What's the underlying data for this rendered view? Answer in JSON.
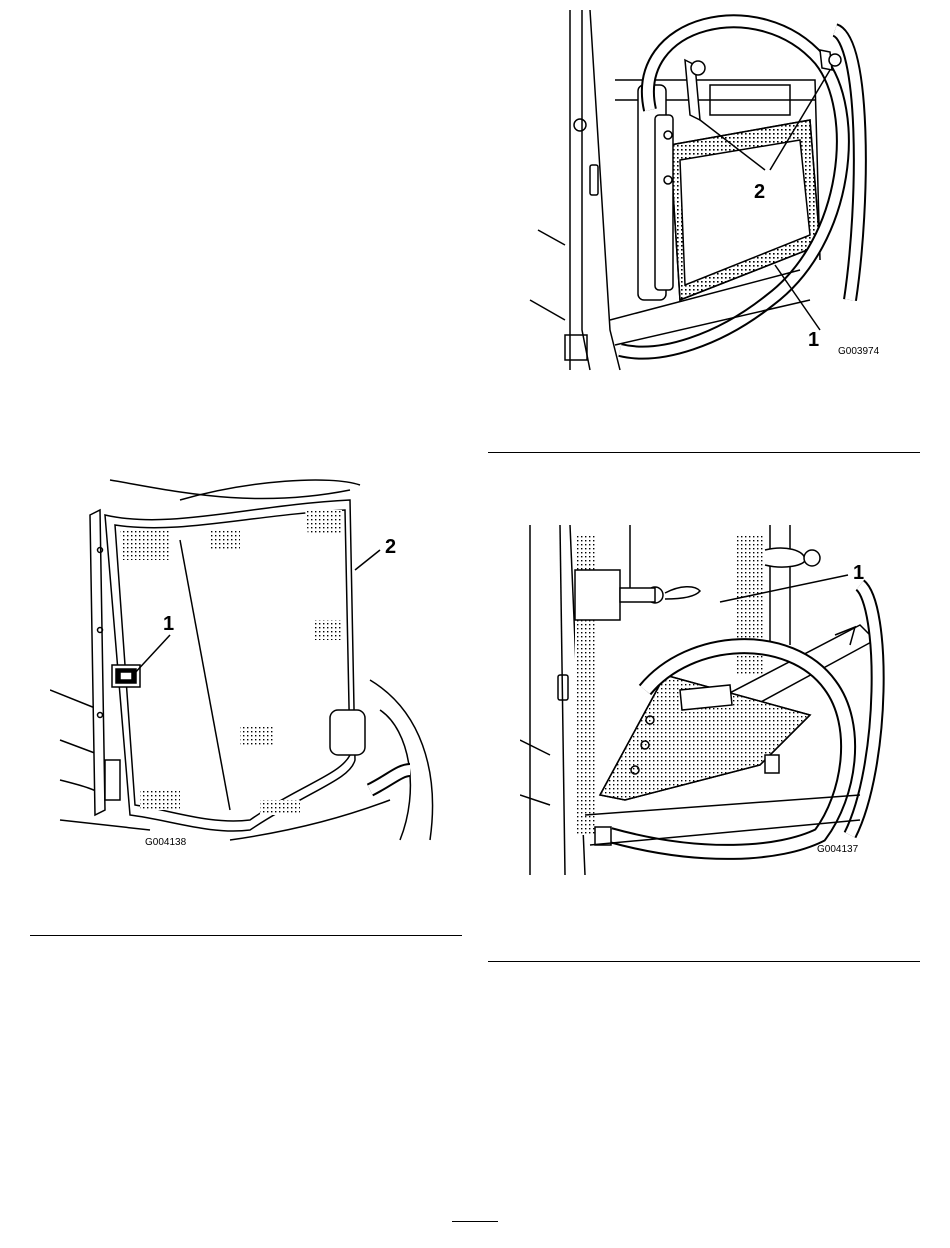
{
  "figures": [
    {
      "id": "fig-top-right",
      "code": "G003974",
      "callouts": [
        "1",
        "2"
      ]
    },
    {
      "id": "fig-left",
      "code": "G004138",
      "callouts": [
        "1",
        "2"
      ]
    },
    {
      "id": "fig-bottom-right",
      "code": "G004137",
      "callouts": [
        "1"
      ]
    }
  ]
}
